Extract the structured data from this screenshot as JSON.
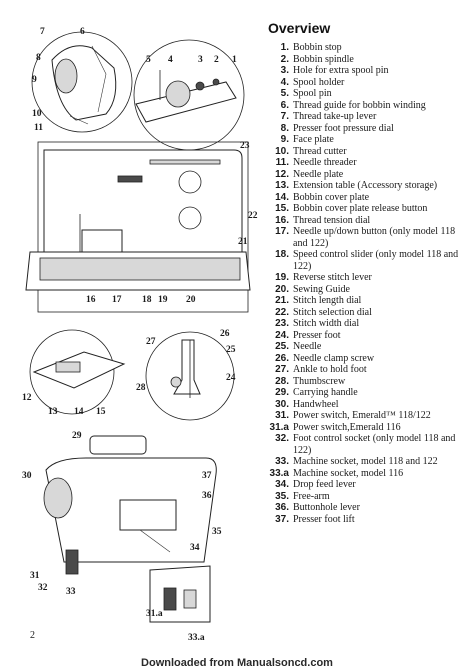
{
  "overview": {
    "title": "Overview",
    "items": [
      {
        "num": "1.",
        "text": "Bobbin stop"
      },
      {
        "num": "2.",
        "text": "Bobbin spindle"
      },
      {
        "num": "3.",
        "text": "Hole for extra spool pin"
      },
      {
        "num": "4.",
        "text": "Spool holder"
      },
      {
        "num": "5.",
        "text": "Spool pin"
      },
      {
        "num": "6.",
        "text": "Thread guide for bobbin winding"
      },
      {
        "num": "7.",
        "text": "Thread take-up lever"
      },
      {
        "num": "8.",
        "text": "Presser foot pressure dial"
      },
      {
        "num": "9.",
        "text": "Face plate"
      },
      {
        "num": "10.",
        "text": "Thread cutter"
      },
      {
        "num": "11.",
        "text": "Needle threader"
      },
      {
        "num": "12.",
        "text": "Needle plate"
      },
      {
        "num": "13.",
        "text": "Extension table (Accessory storage)"
      },
      {
        "num": "14.",
        "text": "Bobbin cover plate"
      },
      {
        "num": "15.",
        "text": "Bobbin cover plate release button"
      },
      {
        "num": "16.",
        "text": "Thread tension dial"
      },
      {
        "num": "17.",
        "text": "Needle up/down button (only model 118 and 122)"
      },
      {
        "num": "18.",
        "text": "Speed control slider (only model 118 and 122)"
      },
      {
        "num": "19.",
        "text": "Reverse stitch lever"
      },
      {
        "num": "20.",
        "text": "Sewing Guide"
      },
      {
        "num": "21.",
        "text": "Stitch length dial"
      },
      {
        "num": "22.",
        "text": "Stitch selection dial"
      },
      {
        "num": "23.",
        "text": "Stitch width dial"
      },
      {
        "num": "24.",
        "text": "Presser foot"
      },
      {
        "num": "25.",
        "text": "Needle"
      },
      {
        "num": "26.",
        "text": "Needle clamp screw"
      },
      {
        "num": "27.",
        "text": "Ankle to hold foot"
      },
      {
        "num": "28.",
        "text": "Thumbscrew"
      },
      {
        "num": "29.",
        "text": "Carrying handle"
      },
      {
        "num": "30.",
        "text": "Handwheel"
      },
      {
        "num": "31.",
        "text": "Power switch, Emerald™ 118/122"
      },
      {
        "num": "31.a",
        "text": "Power switch,Emerald 116"
      },
      {
        "num": "32.",
        "text": "Foot control socket (only model 118 and 122)"
      },
      {
        "num": "33.",
        "text": "Machine socket, model 118 and 122"
      },
      {
        "num": "33.a",
        "text": "Machine socket, model 116"
      },
      {
        "num": "34.",
        "text": "Drop feed lever"
      },
      {
        "num": "35.",
        "text": "Free-arm"
      },
      {
        "num": "36.",
        "text": "Buttonhole lever"
      },
      {
        "num": "37.",
        "text": "Presser foot lift"
      }
    ]
  },
  "callouts": [
    "7",
    "6",
    "8",
    "9",
    "10",
    "11",
    "5",
    "4",
    "3",
    "2",
    "1",
    "23",
    "22",
    "21",
    "16",
    "17",
    "18",
    "19",
    "20",
    "27",
    "26",
    "25",
    "24",
    "28",
    "12",
    "13",
    "14",
    "15",
    "29",
    "30",
    "37",
    "36",
    "35",
    "34",
    "31",
    "32",
    "33",
    "31.a",
    "33.a"
  ],
  "page_number": "2",
  "footer": "Downloaded from Manualsoncd.com"
}
